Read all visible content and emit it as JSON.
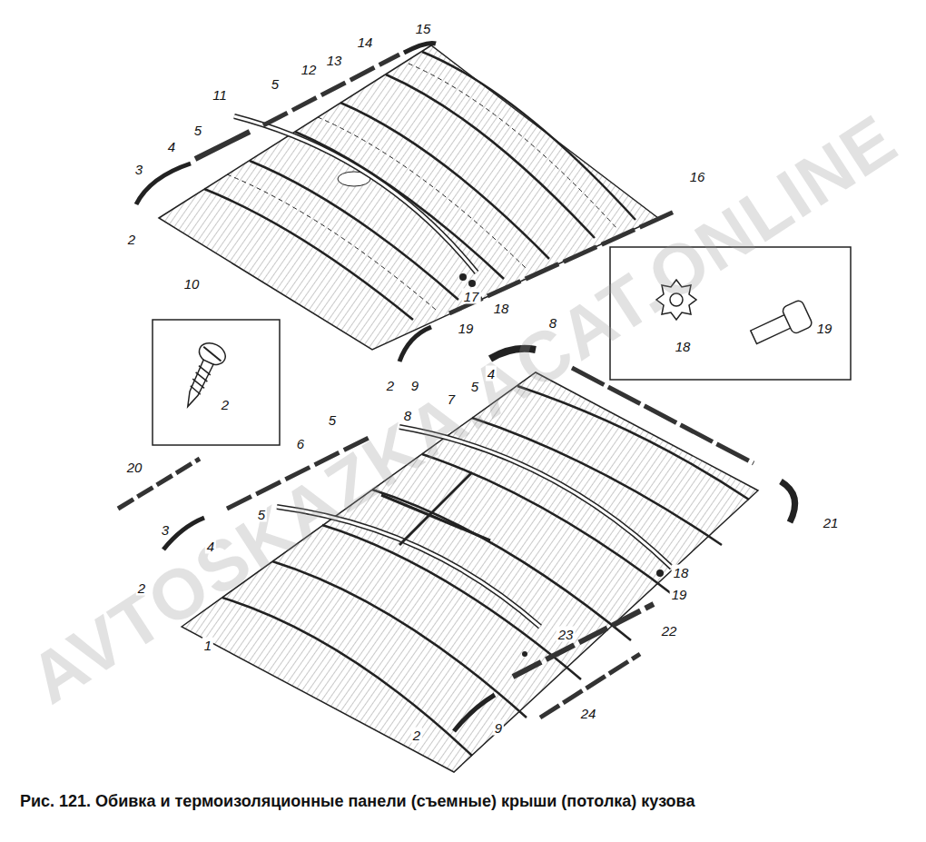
{
  "diagram": {
    "caption": "Рис. 121. Обивка и термоизоляционные панели (съемные) крыши (потолка) кузова",
    "labels": [
      "3",
      "4",
      "5",
      "2",
      "11",
      "5",
      "12",
      "13",
      "14",
      "15",
      "16",
      "10",
      "17",
      "18",
      "19",
      "18",
      "19",
      "2",
      "2",
      "9",
      "8",
      "20",
      "6",
      "5",
      "8",
      "7",
      "5",
      "4",
      "5",
      "3",
      "2",
      "4",
      "1",
      "21",
      "18",
      "19",
      "22",
      "23",
      "24",
      "2",
      "9",
      "AVTOSKAZKA.ACAT.ONLINE"
    ]
  }
}
